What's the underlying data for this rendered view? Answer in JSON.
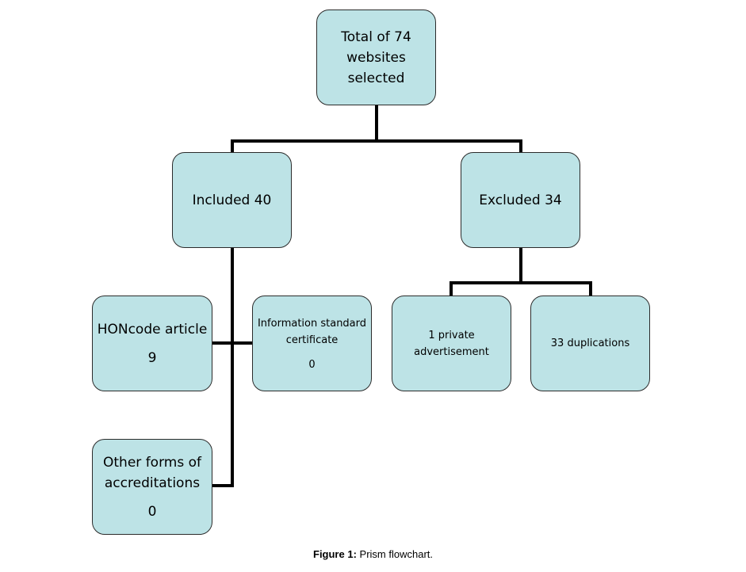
{
  "diagram": {
    "root": {
      "label": "Total of 74 websites selected"
    },
    "included": {
      "label": "Included 40"
    },
    "excluded": {
      "label": "Excluded 34"
    },
    "honcode": {
      "label": "HONcode article",
      "value": "9"
    },
    "info_standard": {
      "label": "Information standard certificate",
      "value": "0"
    },
    "other_forms": {
      "label": "Other forms of accreditations",
      "value": "0"
    },
    "private_ad": {
      "label": "1 private advertisement"
    },
    "duplications": {
      "label": "33 duplications"
    }
  },
  "caption": {
    "prefix": "Figure 1:",
    "text": "Prism flowchart."
  },
  "colors": {
    "box_fill": "#bde3e6",
    "box_border": "#2b2b2b",
    "connector": "#000000"
  }
}
